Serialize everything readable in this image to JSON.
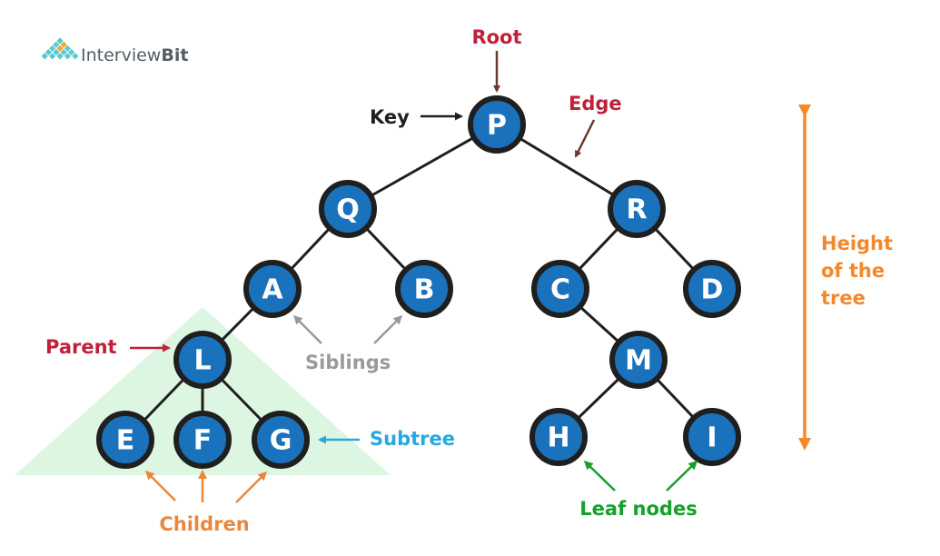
{
  "logo": {
    "text_light": "Interview",
    "text_bold": "Bit"
  },
  "colors": {
    "node_fill": "#1a72bd",
    "node_stroke": "#1f1f1f",
    "edge": "#1f1f1f",
    "root": "#c0213a",
    "key": "#1f1f1f",
    "edge_label": "#c0213a",
    "edge_arrow": "#6b3a2e",
    "parent": "#c0213a",
    "siblings": "#9a9a9a",
    "subtree": "#2aa7df",
    "subtree_fill": "#dcf6e2",
    "children": "#e8873e",
    "leaf": "#14a02a",
    "height": "#f5882a"
  },
  "tree": {
    "nodes": [
      {
        "id": "P",
        "label": "P"
      },
      {
        "id": "Q",
        "label": "Q"
      },
      {
        "id": "R",
        "label": "R"
      },
      {
        "id": "A",
        "label": "A"
      },
      {
        "id": "B",
        "label": "B"
      },
      {
        "id": "C",
        "label": "C"
      },
      {
        "id": "D",
        "label": "D"
      },
      {
        "id": "L",
        "label": "L"
      },
      {
        "id": "M",
        "label": "M"
      },
      {
        "id": "E",
        "label": "E"
      },
      {
        "id": "F",
        "label": "F"
      },
      {
        "id": "G",
        "label": "G"
      },
      {
        "id": "H",
        "label": "H"
      },
      {
        "id": "I",
        "label": "I"
      }
    ],
    "edges": [
      [
        "P",
        "Q"
      ],
      [
        "P",
        "R"
      ],
      [
        "Q",
        "A"
      ],
      [
        "Q",
        "B"
      ],
      [
        "R",
        "C"
      ],
      [
        "R",
        "D"
      ],
      [
        "A",
        "L"
      ],
      [
        "C",
        "M"
      ],
      [
        "L",
        "E"
      ],
      [
        "L",
        "F"
      ],
      [
        "L",
        "G"
      ],
      [
        "M",
        "H"
      ],
      [
        "M",
        "I"
      ]
    ]
  },
  "annotations": {
    "root": "Root",
    "key": "Key",
    "edge": "Edge",
    "parent": "Parent",
    "siblings": "Siblings",
    "subtree": "Subtree",
    "children": "Children",
    "leaf_nodes": "Leaf nodes",
    "height_line1": "Height",
    "height_line2": "of the",
    "height_line3": "tree"
  }
}
